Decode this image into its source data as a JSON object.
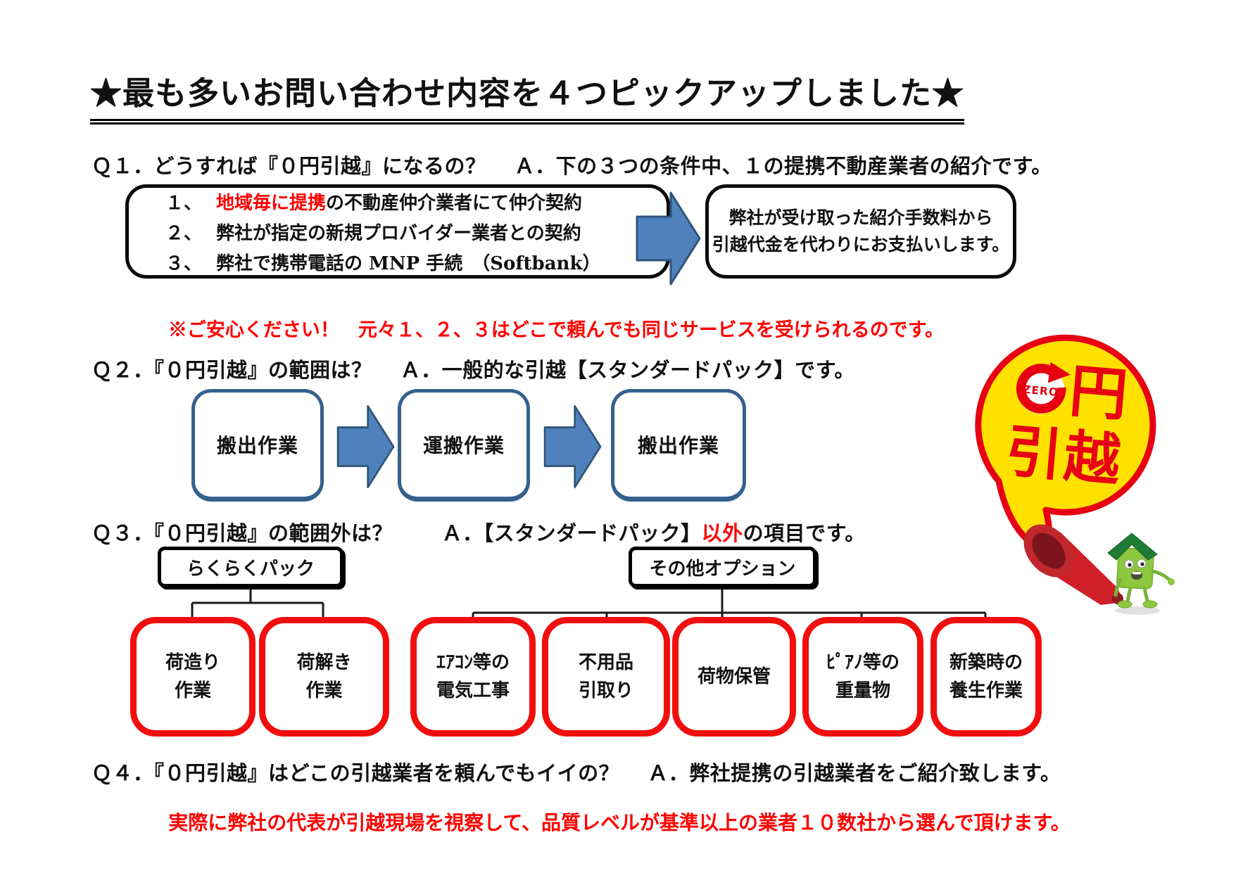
{
  "title": "★最も多いお問い合わせ内容を４つピックアップしました★",
  "q1": {
    "line": "Ｑ１．どうすれば『０円引越』になるの？　 Ａ．下の３つの条件中、１の提携不動産業者の紹介です。",
    "conditions": [
      {
        "num": "１、",
        "red": "地域毎に提携",
        "rest": "の不動産仲介業者にて仲介契約"
      },
      {
        "num": "２、",
        "red": "",
        "rest": "弊社が指定の新規プロバイダー業者との契約"
      },
      {
        "num": "３、",
        "red": "",
        "rest": "弊社で携帯電話の MNP 手続　（Softbank）"
      }
    ],
    "result_line1": "弊社が受け取った紹介手数料から",
    "result_line2": "引越代金を代わりにお支払いします。",
    "note": "※ご安心ください！　元々１、２、３はどこで頼んでも同じサービスを受けられるのです。"
  },
  "q2": {
    "line": "Ｑ２．『０円引越』の範囲は？　 Ａ．一般的な引越【スタンダードパック】です。",
    "steps": [
      "搬出作業",
      "運搬作業",
      "搬出作業"
    ]
  },
  "q3": {
    "line_before": "Ｑ３．『０円引越』の範囲外は？　　 Ａ．【スタンダードパック】",
    "line_red": "以外",
    "line_after": "の項目です。",
    "group_a_label": "らくらくパック",
    "group_b_label": "その他オプション",
    "items": [
      {
        "line1": "荷造り",
        "line2": "作業"
      },
      {
        "line1": "荷解き",
        "line2": "作業"
      },
      {
        "line1": "ｴｱｺﾝ等の",
        "line2": "電気工事"
      },
      {
        "line1": "不用品",
        "line2": "引取り"
      },
      {
        "line1": "荷物保管",
        "line2": ""
      },
      {
        "line1": "ﾋﾟｱﾉ等の",
        "line2": "重量物"
      },
      {
        "line1": "新築時の",
        "line2": "養生作業"
      }
    ]
  },
  "q4": {
    "line": "Ｑ４．『０円引越』はどこの引越業者を頼んでもイイの？　 Ａ．弊社提携の引越業者をご紹介致します。",
    "note": "実際に弊社の代表が引越現場を視察して、品質レベルが基準以上の業者１０数社から選んで頂けます。"
  },
  "bubble": {
    "zero": "ZERO",
    "yen": "円",
    "word": "引越"
  },
  "colors": {
    "accent_red": "#ff0000",
    "option_box_red": "#f10e0e",
    "arrow_blue_fill": "#4f81bd",
    "arrow_blue_border": "#2f5376",
    "flow_box_border": "#35618e",
    "bubble_yellow": "#ffe100",
    "bubble_red": "#e60012",
    "mascot_green": "#8dc63f",
    "roof_green": "#1e7b34",
    "megaphone_red": "#c1272d"
  }
}
